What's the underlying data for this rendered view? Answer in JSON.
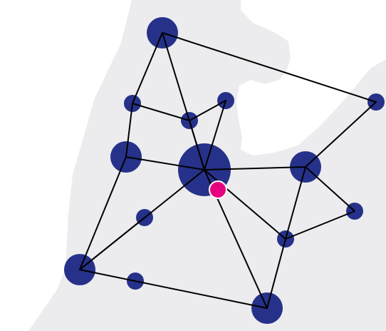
{
  "map": {
    "colors": {
      "background": "#ffffff",
      "land": "#ececee",
      "edge": "#000000",
      "node": "#26318a",
      "marker": "#e6007e",
      "marker_outline": "#ffffff"
    },
    "nodes": [
      {
        "id": "n-top",
        "weight": "large"
      },
      {
        "id": "n-nw",
        "weight": "small"
      },
      {
        "id": "n-center-upper",
        "weight": "small"
      },
      {
        "id": "n-north-small",
        "weight": "small"
      },
      {
        "id": "n-west",
        "weight": "large"
      },
      {
        "id": "n-hub",
        "weight": "hub"
      },
      {
        "id": "n-east",
        "weight": "large"
      },
      {
        "id": "n-far-east",
        "weight": "small"
      },
      {
        "id": "n-east-small",
        "weight": "small"
      },
      {
        "id": "n-south-east-mid",
        "weight": "small"
      },
      {
        "id": "n-west-small",
        "weight": "small"
      },
      {
        "id": "n-south-west",
        "weight": "large"
      },
      {
        "id": "n-south-small",
        "weight": "small"
      },
      {
        "id": "n-south",
        "weight": "large"
      }
    ],
    "edges": [
      [
        "n-top",
        "n-nw"
      ],
      [
        "n-top",
        "n-far-east"
      ],
      [
        "n-top",
        "n-hub"
      ],
      [
        "n-nw",
        "n-center-upper"
      ],
      [
        "n-nw",
        "n-west"
      ],
      [
        "n-center-upper",
        "n-north-small"
      ],
      [
        "n-center-upper",
        "n-hub"
      ],
      [
        "n-north-small",
        "n-hub"
      ],
      [
        "n-west",
        "n-hub"
      ],
      [
        "n-west",
        "n-south-west"
      ],
      [
        "n-hub",
        "n-east"
      ],
      [
        "n-hub",
        "n-south-west"
      ],
      [
        "n-hub",
        "n-south-east-mid"
      ],
      [
        "n-hub",
        "n-south"
      ],
      [
        "n-far-east",
        "n-east"
      ],
      [
        "n-east",
        "n-east-small"
      ],
      [
        "n-east",
        "n-south-east-mid"
      ],
      [
        "n-east-small",
        "n-south-east-mid"
      ],
      [
        "n-south-east-mid",
        "n-south"
      ],
      [
        "n-south-west",
        "n-west-small"
      ],
      [
        "n-south-west",
        "n-south"
      ]
    ],
    "marker": {
      "label": "selected-location"
    }
  }
}
